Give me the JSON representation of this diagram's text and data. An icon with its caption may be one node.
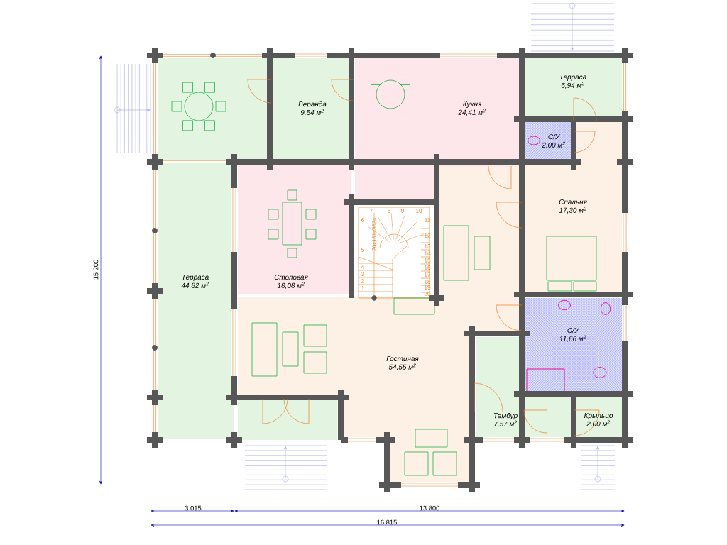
{
  "diagram": {
    "nodes": [
      {
        "text": [
          "Терраса",
          "6,94 м$^{2}$"
        ]
      },
      {
        "text": [
          "Веранда",
          "9,54 м$^{2}$"
        ]
      },
      {
        "text": [
          "Кухня",
          "24,41 м$^{2}$"
        ]
      },
      {
        "text": [
          "С/У",
          "2,00 м$^{2}$"
        ]
      },
      {
        "text": [
          "Спальня",
          "17,30 м$^{2}$"
        ]
      },
      {
        "text": [
          "Терраса",
          "44,82 м$^{2}$"
        ]
      },
      {
        "text": [
          "Столовая",
          "18,08 м$^{2}$"
        ]
      },
      {
        "text": [
          "С/У",
          "11,66 м$^{2}$"
        ]
      },
      {
        "text": [
          "Гостиная",
          "54,55 м$^{2}$"
        ]
      },
      {
        "text": [
          "Тамбур",
          "7,57 м$^{2}$"
        ]
      },
      {
        "text": [
          "Крыльцо",
          "2,00 м$^{2}$"
        ]
      }
    ],
    "labels": [
      "15 200",
      "7",
      "8",
      "9",
      "10",
      "6",
      "11",
      "12",
      "13",
      "5",
      "14",
      "15",
      "16",
      "4",
      "17",
      "3",
      "18",
      "2",
      "19",
      "1",
      "20",
      "20х181=3624",
      "3 015",
      "13 800",
      "16 815"
    ]
  }
}
